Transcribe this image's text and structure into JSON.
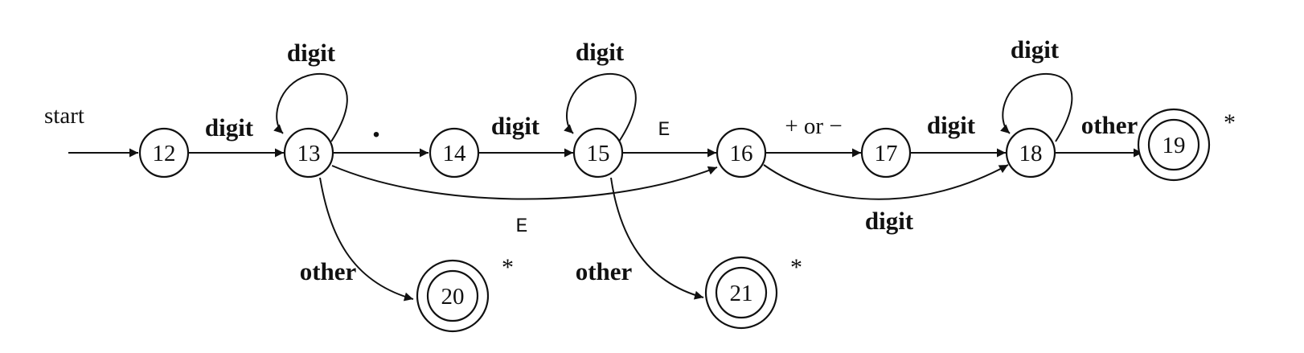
{
  "diagram": {
    "start_label": "start",
    "star": "*",
    "states": [
      {
        "id": "12",
        "label": "12",
        "accepting": false
      },
      {
        "id": "13",
        "label": "13",
        "accepting": false
      },
      {
        "id": "14",
        "label": "14",
        "accepting": false
      },
      {
        "id": "15",
        "label": "15",
        "accepting": false
      },
      {
        "id": "16",
        "label": "16",
        "accepting": false
      },
      {
        "id": "17",
        "label": "17",
        "accepting": false
      },
      {
        "id": "18",
        "label": "18",
        "accepting": false
      },
      {
        "id": "19",
        "label": "19",
        "accepting": true
      },
      {
        "id": "20",
        "label": "20",
        "accepting": true
      },
      {
        "id": "21",
        "label": "21",
        "accepting": true
      }
    ],
    "transitions": [
      {
        "from": "12",
        "to": "13",
        "label": "digit"
      },
      {
        "from": "13",
        "to": "13",
        "label": "digit"
      },
      {
        "from": "13",
        "to": "14",
        "label": "."
      },
      {
        "from": "13",
        "to": "16",
        "label": "E"
      },
      {
        "from": "13",
        "to": "20",
        "label": "other"
      },
      {
        "from": "14",
        "to": "15",
        "label": "digit"
      },
      {
        "from": "15",
        "to": "15",
        "label": "digit"
      },
      {
        "from": "15",
        "to": "16",
        "label": "E"
      },
      {
        "from": "15",
        "to": "21",
        "label": "other"
      },
      {
        "from": "16",
        "to": "17",
        "label": "+ or −"
      },
      {
        "from": "16",
        "to": "18",
        "label": "digit"
      },
      {
        "from": "17",
        "to": "18",
        "label": "digit"
      },
      {
        "from": "18",
        "to": "18",
        "label": "digit"
      },
      {
        "from": "18",
        "to": "19",
        "label": "other"
      }
    ]
  }
}
